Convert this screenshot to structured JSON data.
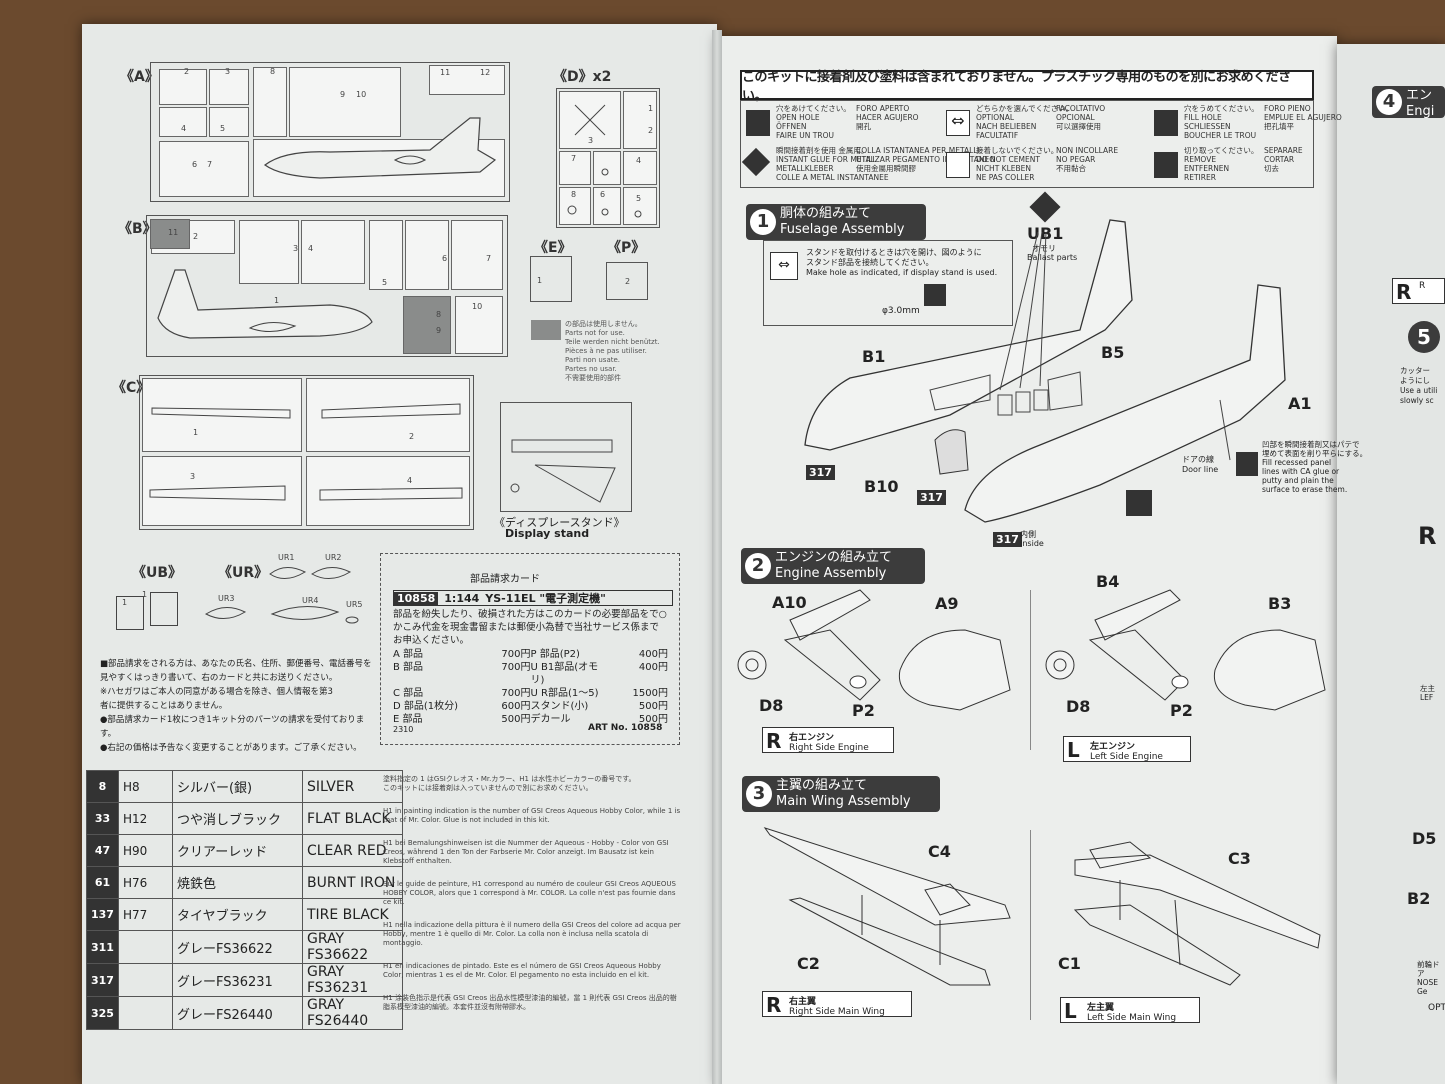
{
  "left_page": {
    "sprue_labels": {
      "a": "《A》",
      "b": "《B》",
      "c": "《C》",
      "d": "《D》x2",
      "e": "《E》",
      "p": "《P》",
      "ub": "《UB》",
      "ur": "《UR》"
    },
    "sprue_a_numbers": [
      "2",
      "3",
      "8",
      "11",
      "12",
      "4",
      "5",
      "9",
      "10",
      "6",
      "7"
    ],
    "sprue_b_numbers": [
      "11",
      "2",
      "3",
      "4",
      "5",
      "6",
      "7",
      "8",
      "9",
      "10",
      "1"
    ],
    "sprue_c_numbers": [
      "1",
      "2",
      "3",
      "4"
    ],
    "sprue_d_numbers": [
      "1",
      "2",
      "3",
      "7",
      "4",
      "8",
      "5",
      "6"
    ],
    "sprue_e_numbers": [
      "1"
    ],
    "sprue_p_numbers": [
      "2"
    ],
    "ub_numbers": [
      "1",
      "1"
    ],
    "ur_numbers": [
      "UR1",
      "UR2",
      "UR3",
      "UR4",
      "UR5"
    ],
    "unused_note": [
      "の部品は使用しません。",
      "Parts not for use.",
      "Teile werden nicht benützt.",
      "Pièces à ne pas utiliser.",
      "Parti non usate.",
      "Partes no usar.",
      "不需要使用的部件"
    ],
    "display_stand_label": "《ディスプレースタンド》",
    "display_stand_label_en": "Display stand",
    "parts_card_title": "部品請求カード",
    "parts_card_code": "10858",
    "parts_card_scale": "1:144",
    "parts_card_name": "YS-11EL \"電子測定機\"",
    "parts_card_text": "部品を紛失したり、破損された方はこのカードの必要部品をで○かこみ代金を現金書留または郵便小為替で当社サービス係までお申込ください。",
    "parts_order": [
      [
        "A 部品",
        "700円",
        "P 部品(P2)",
        "400円"
      ],
      [
        "B 部品",
        "700円",
        "U B1部品(オモリ)",
        "400円"
      ],
      [
        "C 部品",
        "700円",
        "U R部品(1〜5)",
        "1500円"
      ],
      [
        "D 部品(1枚分)",
        "600円",
        "スタンド(小)",
        "500円"
      ],
      [
        "E 部品",
        "500円",
        "デカール",
        "500円"
      ]
    ],
    "art_no": "ART No. 10858",
    "print_code": "2310",
    "order_notes": [
      "■部品請求をされる方は、あなたの氏名、住所、郵便番号、電話番号を",
      "見やすくはっきり書いて、右のカードと共にお送りください。",
      "※ハセガワはご本人の同意がある場合を除き、個人情報を第3",
      "者に提供することはありません。",
      "●部品請求カード1枚につき1キット分のパーツの請求を受付ております。",
      "●右記の価格は予告なく変更することがあります。ご了承ください。"
    ],
    "paints": [
      {
        "code": "8",
        "h": "H8",
        "jp": "シルバー(銀)",
        "en": "SILVER"
      },
      {
        "code": "33",
        "h": "H12",
        "jp": "つや消しブラック",
        "en": "FLAT BLACK"
      },
      {
        "code": "47",
        "h": "H90",
        "jp": "クリアーレッド",
        "en": "CLEAR RED"
      },
      {
        "code": "61",
        "h": "H76",
        "jp": "焼鉄色",
        "en": "BURNT IRON"
      },
      {
        "code": "137",
        "h": "H77",
        "jp": "タイヤブラック",
        "en": "TIRE BLACK"
      },
      {
        "code": "311",
        "h": "",
        "jp": "グレーFS36622",
        "en": "GRAY FS36622"
      },
      {
        "code": "317",
        "h": "",
        "jp": "グレーFS36231",
        "en": "GRAY FS36231"
      },
      {
        "code": "325",
        "h": "",
        "jp": "グレーFS26440",
        "en": "GRAY FS26440"
      }
    ],
    "paint_notes": [
      "塗料指定の 1 はGSIクレオス・Mr.カラー、H1 は水性ホビーカラーの番号です。",
      "このキットには接着剤は入っていませんので別にお求めください。",
      "H1 in painting indication is the number of GSI Creos Aqueous Hobby Color, while 1 is that of Mr. Color. Glue is not included in this kit.",
      "H1 bei Bemalungshinweisen ist die Nummer der Aqueous - Hobby - Color von GSI Creos, während 1 den Ton der Farbserie Mr. Color anzeigt. Im Bausatz ist kein Klebstoff enthalten.",
      "Sur le guide de peinture, H1 correspond au numéro de couleur GSI Creos AQUEOUS HOBBY COLOR, alors que 1 correspond à Mr. COLOR. La colle n'est pas fournie dans ce kit.",
      "H1 nella indicazione della pittura è il numero della GSI Creos del colore ad acqua per Hobby, mentre 1 è quello di Mr. Color. La colla non è inclusa nella scatola di montaggio.",
      "H1 en indicaciones de pintado. Este es el número de GSI Creos Aqueous Hobby Color, mientras 1 es el de Mr. Color. El pegamento no esta incluido en el kit.",
      "H1 涂裝色指示是代表 GSI Creos 出品水性模型漆油的編號，當 1 則代表 GSI Creos 出品的樹脂系模型漆油的編號。本套件並沒有附帶膠水。"
    ]
  },
  "right_page": {
    "header": "このキットに接着剤及び塗料は含まれておりません。プラスチック専用のものを別にお求めください。",
    "legend": [
      {
        "icon": "drill-icon",
        "text": [
          "穴をあけてください。",
          "OPEN HOLE",
          "ÖFFNEN",
          "FAIRE UN TROU"
        ],
        "text2": [
          "FORO APERTO",
          "HACER AGUJERO",
          "開孔"
        ]
      },
      {
        "icon": "optional-icon",
        "text": [
          "どちらかを選んでください。",
          "OPTIONAL",
          "NACH BELIEBEN",
          "FACULTATIF"
        ],
        "text2": [
          "FACOLTATIVO",
          "OPCIONAL",
          "可以選擇使用"
        ]
      },
      {
        "icon": "fill-icon",
        "text": [
          "穴をうめてください。",
          "FILL HOLE",
          "SCHLIESSEN",
          "BOUCHER LE TROU"
        ],
        "text2": [
          "FORO PIENO",
          "EMPLUE EL AGUJERO",
          "把孔填平"
        ]
      },
      {
        "icon": "metal-glue-icon",
        "text": [
          "瞬間接着剤を使用 金属用。",
          "INSTANT GLUE FOR METAL",
          "METALLKLEBER",
          "COLLE A METAL INSTANTANEE"
        ],
        "text2": [
          "COLLA ISTANTANEA PER METALLI",
          "UTILIZAR PEGAMENTO INSTANTANEO",
          "使用金屬用瞬間膠"
        ]
      },
      {
        "icon": "no-cement-icon",
        "text": [
          "接着しないでください。",
          "DO NOT CEMENT",
          "NICHT KLEBEN",
          "NE PAS COLLER"
        ],
        "text2": [
          "NON INCOLLARE",
          "NO PEGAR",
          "不用黏合"
        ]
      },
      {
        "icon": "remove-icon",
        "text": [
          "切り取ってください。",
          "REMOVE",
          "ENTFERNEN",
          "RETIRER"
        ],
        "text2": [
          "SEPARARE",
          "CORTAR",
          "切去"
        ]
      }
    ],
    "step1": {
      "num": "1",
      "jp": "胴体の組み立て",
      "en": "Fuselage Assembly"
    },
    "step1_note": [
      "スタンドを取付けるときは穴を開け、図のように",
      "スタンド部品を接続してください。",
      "Make hole as indicated, if display stand is used."
    ],
    "step1_hole": "φ3.0mm",
    "step1_parts": {
      "ub1": "UB1",
      "ub1_jp": "オモリ",
      "ub1_en": "Ballast parts",
      "b1": "B1",
      "b5": "B5",
      "a1": "A1",
      "b10": "B10"
    },
    "door_line": [
      "ドアの線",
      "Door line"
    ],
    "putty_note": [
      "凹部を瞬間接着剤又はパテで",
      "埋めて表面を削り平らにする。",
      "Fill recessed panel",
      "lines with CA glue or",
      "putty and plain the",
      "surface to erase them."
    ],
    "inside": [
      "内側",
      "Inside"
    ],
    "color_code": "317",
    "step2": {
      "num": "2",
      "jp": "エンジンの組み立て",
      "en": "Engine Assembly"
    },
    "step2_parts": {
      "a10": "A10",
      "a9": "A9",
      "d8a": "D8",
      "p2a": "P2",
      "b4": "B4",
      "b3": "B3",
      "d8b": "D8",
      "p2b": "P2"
    },
    "engine_r": {
      "letter": "R",
      "jp": "右エンジン",
      "en": "Right Side Engine"
    },
    "engine_l": {
      "letter": "L",
      "jp": "左エンジン",
      "en": "Left Side Engine"
    },
    "step3": {
      "num": "3",
      "jp": "主翼の組み立て",
      "en": "Main Wing Assembly"
    },
    "step3_parts": {
      "c4": "C4",
      "c2": "C2",
      "c3": "C3",
      "c1": "C1"
    },
    "wing_r": {
      "letter": "R",
      "jp": "右主翼",
      "en": "Right Side Main Wing"
    },
    "wing_l": {
      "letter": "L",
      "jp": "左主翼",
      "en": "Left Side Main Wing"
    }
  },
  "third_page": {
    "step4": {
      "num": "4",
      "jp": "エン",
      "en": "Engi"
    },
    "step5": {
      "num": "5"
    },
    "r_tag": {
      "letter": "R",
      "text": "R"
    },
    "cut_note": [
      "カッター",
      "ようにし",
      "Use a utili",
      "slowly sc"
    ],
    "r_tag2": {
      "letter": "R"
    },
    "left_tag": [
      "左主",
      "LEF"
    ],
    "d5": "D5",
    "b2": "B2",
    "nose_note": [
      "前輪ドア",
      "NOSE Ge"
    ],
    "opt": "OPT"
  }
}
